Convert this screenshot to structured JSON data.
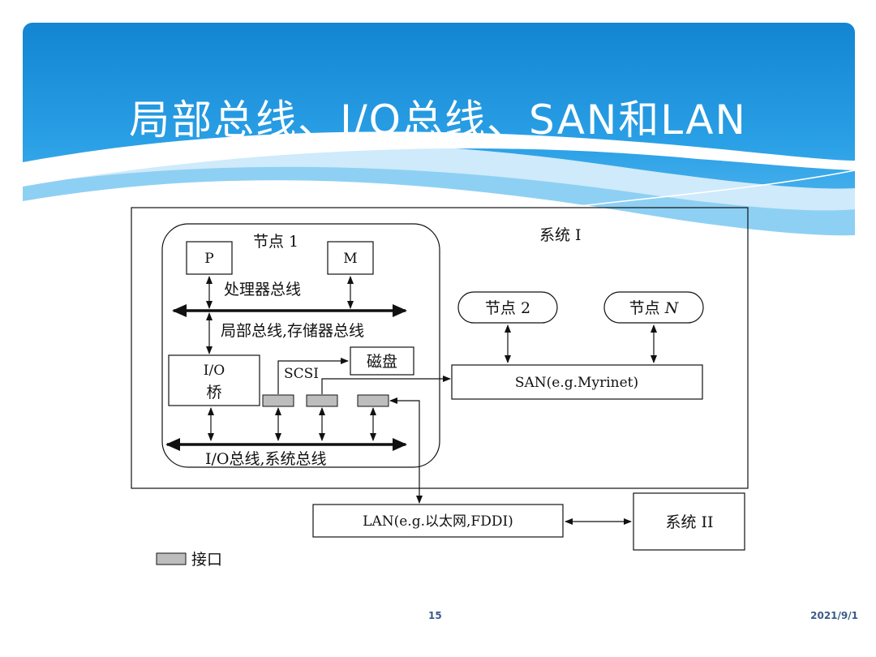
{
  "slide": {
    "title": "局部总线、I/O总线、SAN和LAN",
    "page_number": "15",
    "date": "2021/9/1"
  },
  "diagram": {
    "node1": {
      "title": "节点 1",
      "processor": "P",
      "memory": "M",
      "processor_bus": "处理器总线",
      "local_bus": "局部总线,存储器总线",
      "io_bridge_line1": "I/O",
      "io_bridge_line2": "桥",
      "scsi": "SCSI",
      "disk": "磁盘",
      "io_bus": "I/O总线,系统总线"
    },
    "system1_label": "系统 I",
    "node2": "节点 2",
    "nodeN_prefix": "节点 ",
    "nodeN_var": "N",
    "san": "SAN(e.g.Myrinet)",
    "lan": "LAN(e.g.以太网,FDDI)",
    "system2": "系统 II",
    "legend_label": "接口"
  },
  "colors": {
    "header_blue": "#1b8fd6",
    "header_light": "#8fd0f5",
    "interface_fill": "#bdbdbd"
  }
}
